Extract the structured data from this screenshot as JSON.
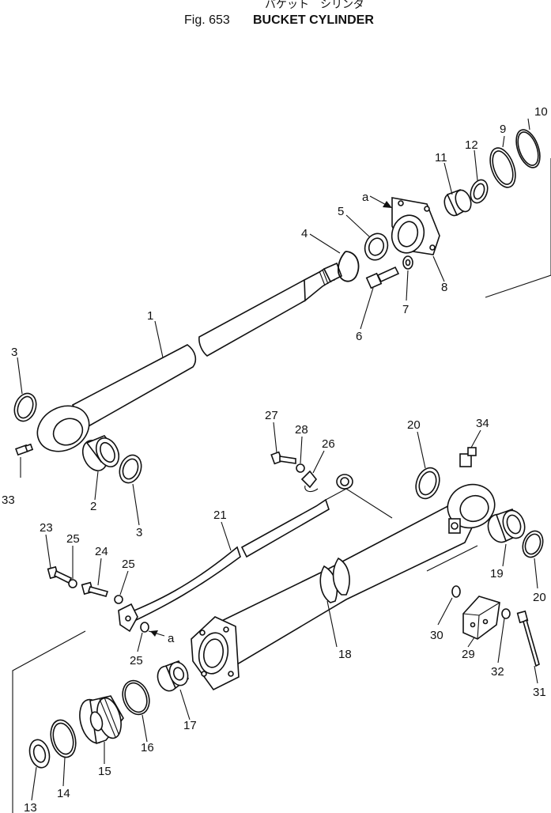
{
  "title": {
    "japanese": "バケット　シリンダ",
    "fig": "Fig. 653",
    "name": "BUCKET CYLINDER"
  },
  "callouts": {
    "a_top": "a",
    "a_bottom": "a"
  },
  "labels": {
    "p1": "1",
    "p2": "2",
    "p3a": "3",
    "p3b": "3",
    "p4": "4",
    "p5": "5",
    "p6": "6",
    "p7": "7",
    "p8": "8",
    "p9": "9",
    "p10": "10",
    "p11": "11",
    "p12": "12",
    "p13": "13",
    "p14": "14",
    "p15": "15",
    "p16": "16",
    "p17": "17",
    "p18": "18",
    "p19": "19",
    "p20a": "20",
    "p20b": "20",
    "p21": "21",
    "p23": "23",
    "p24": "24",
    "p25a": "25",
    "p25b": "25",
    "p25c": "25",
    "p26": "26",
    "p27": "27",
    "p28": "28",
    "p29": "29",
    "p30": "30",
    "p31": "31",
    "p32": "32",
    "p33": "33",
    "p34": "34"
  }
}
